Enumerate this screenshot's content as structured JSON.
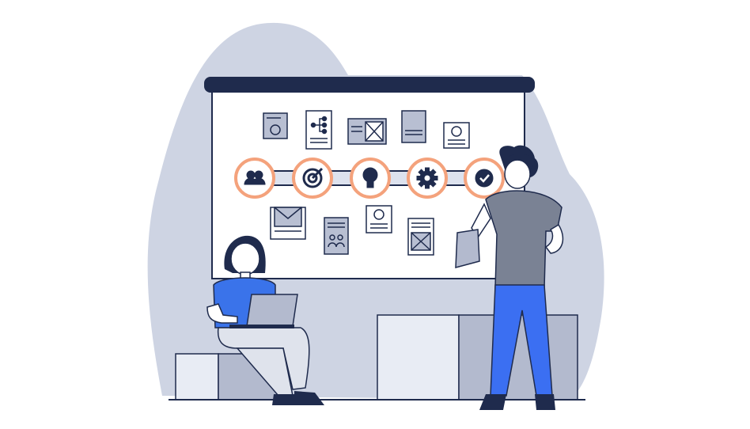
{
  "illustration": {
    "subject": "process-roadmap-whiteboard",
    "colors": {
      "background_blob": "#ced4e3",
      "board_header": "#1f2b4d",
      "board_surface": "#ffffff",
      "outline": "#1f2b4d",
      "step_ring": "#f4a27c",
      "step_fill": "#ffffff",
      "track": "#dde2ee",
      "card_fill": "#b8bfd2",
      "shirt_woman": "#3a73ea",
      "shirt_man": "#7a8294",
      "jeans_man": "#3b6ff2",
      "pants_woman": "#dfe3ec",
      "block_light": "#e8ecf4",
      "block_dark": "#b3bace"
    },
    "timeline_steps": [
      {
        "icon": "people-icon"
      },
      {
        "icon": "target-icon"
      },
      {
        "icon": "lightbulb-icon"
      },
      {
        "icon": "gear-icon"
      },
      {
        "icon": "checkmark-icon"
      }
    ],
    "documents": [
      {
        "icon": "refresh-document-icon"
      },
      {
        "icon": "flowchart-document-icon"
      },
      {
        "icon": "image-document-icon"
      },
      {
        "icon": "text-document-icon"
      },
      {
        "icon": "smiley-card-icon"
      },
      {
        "icon": "envelope-icon"
      },
      {
        "icon": "team-document-icon"
      },
      {
        "icon": "smiley-card-icon"
      },
      {
        "icon": "image-document-icon"
      }
    ],
    "people": [
      {
        "role": "woman-sitting-with-laptop"
      },
      {
        "role": "man-standing-holding-paper"
      }
    ]
  }
}
